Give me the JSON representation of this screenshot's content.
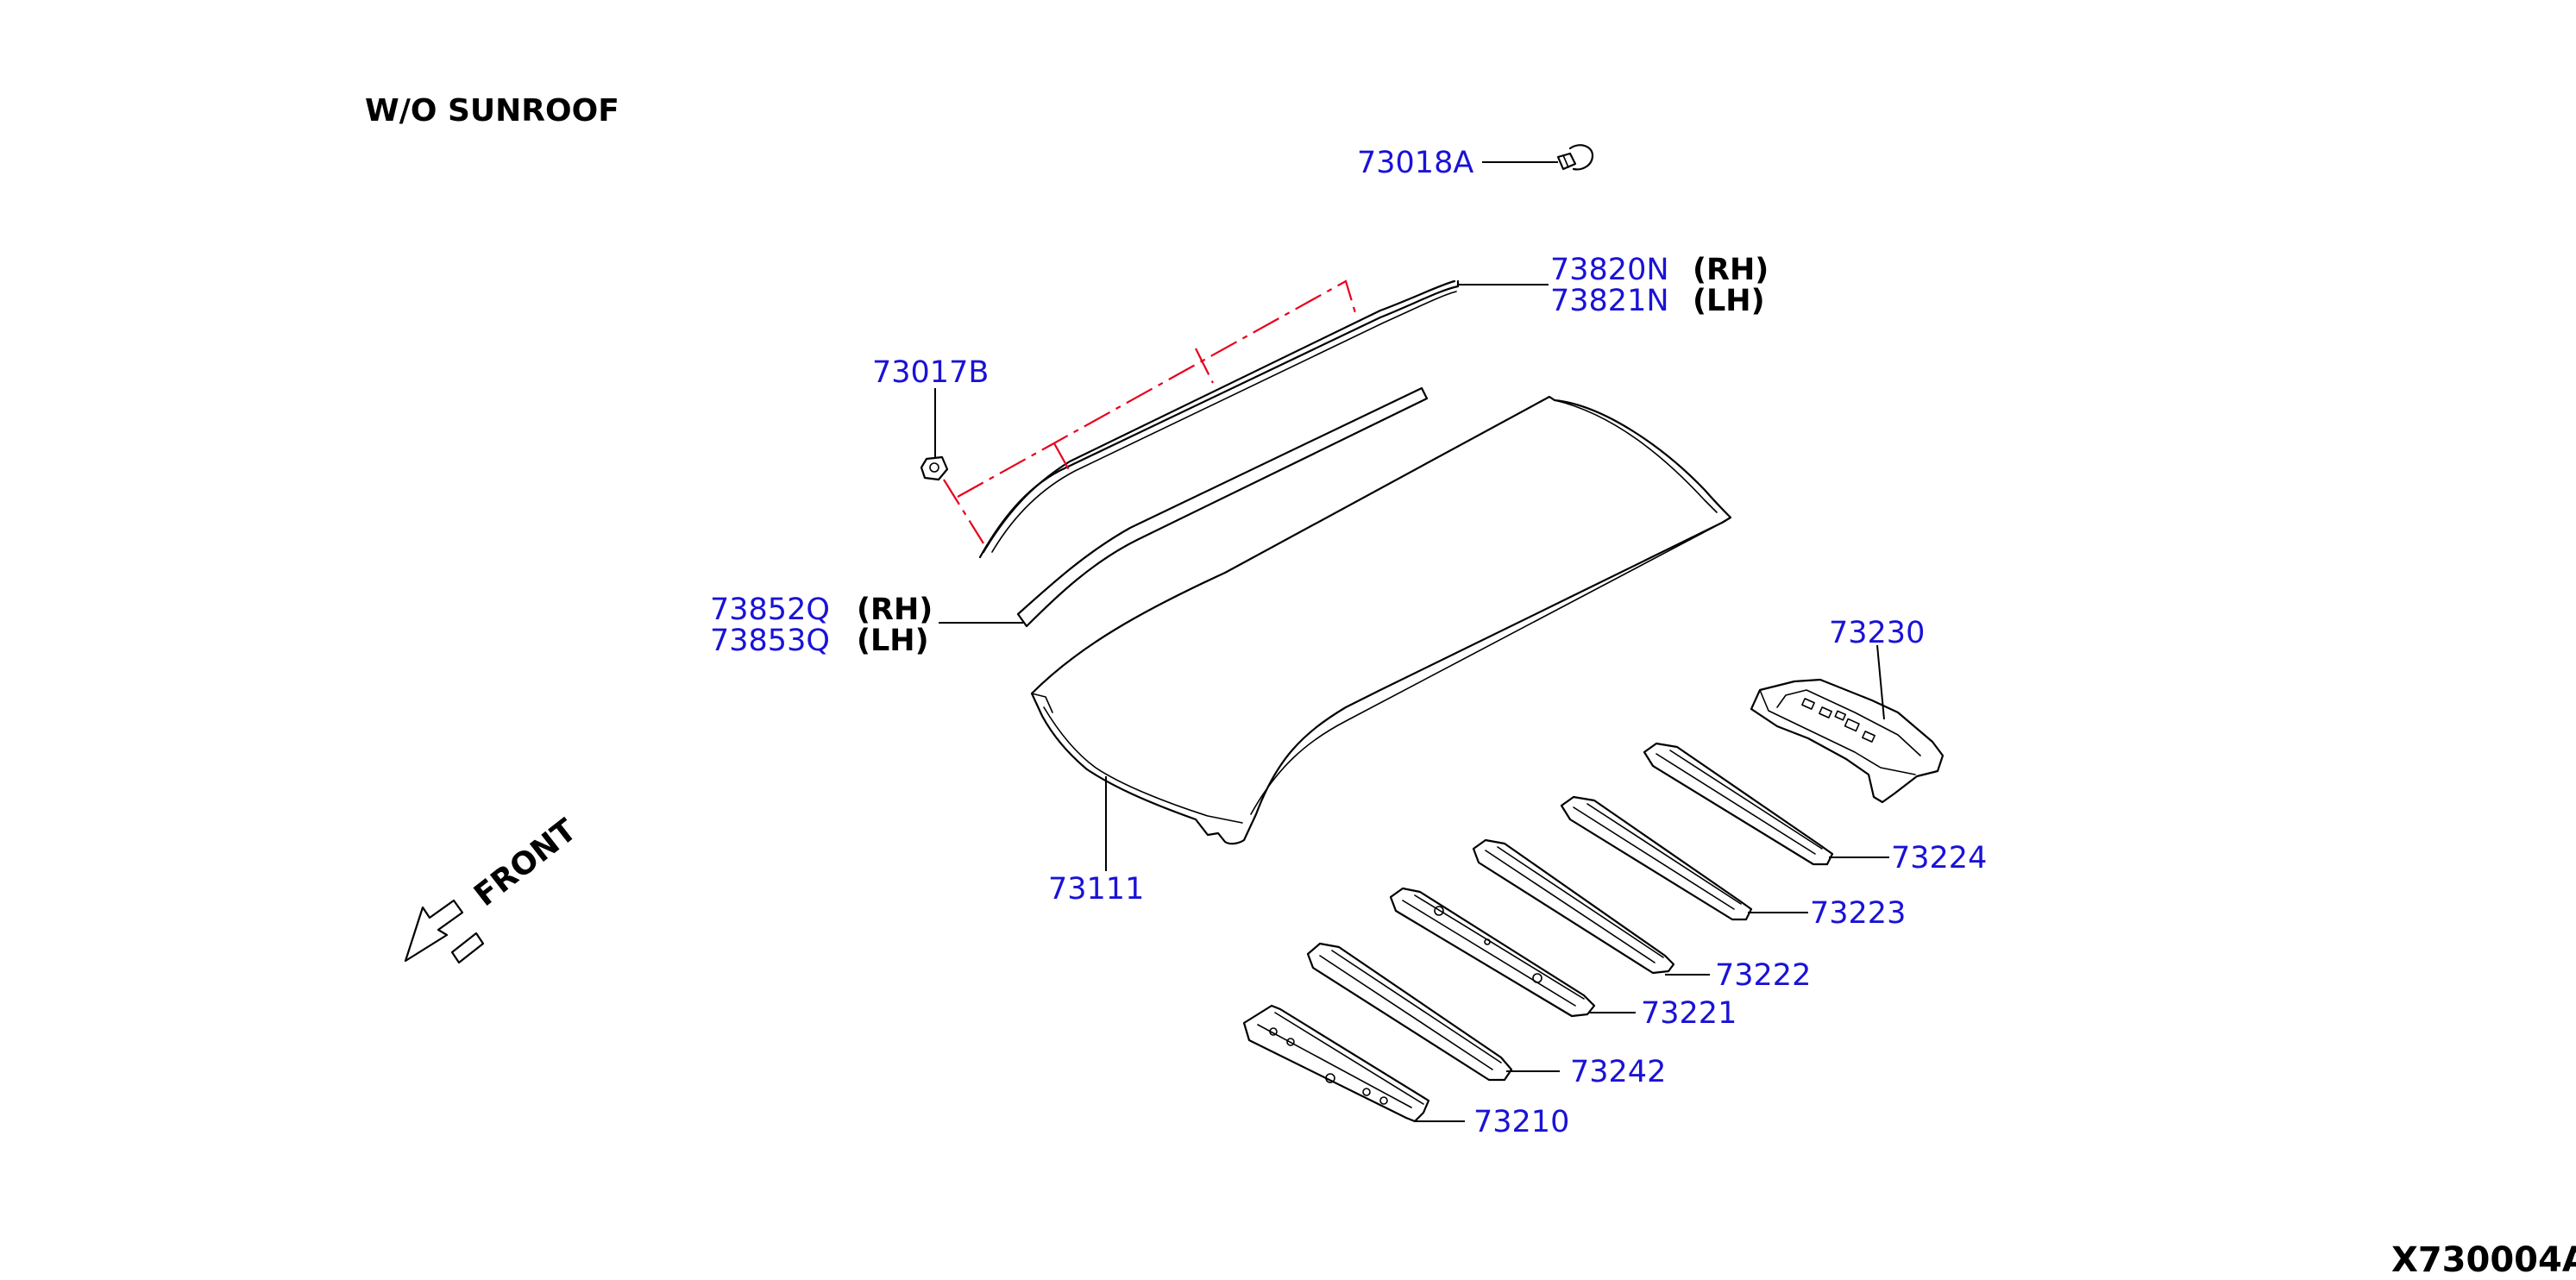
{
  "diagram": {
    "title": "W/O SUNROOF",
    "drawing_code": "X730004A",
    "direction_label": "FRONT",
    "colors": {
      "part_number": "#1a12d6",
      "dash_line": "#e8001c",
      "line": "#000000"
    },
    "parts": {
      "p73018A": "73018A",
      "p73820N": "73820N",
      "p73820N_side": "(RH)",
      "p73821N": "73821N",
      "p73821N_side": "(LH)",
      "p73017B": "73017B",
      "p73852Q": "73852Q",
      "p73852Q_side": "(RH)",
      "p73853Q": "73853Q",
      "p73853Q_side": "(LH)",
      "p73230": "73230",
      "p73111": "73111",
      "p73224": "73224",
      "p73223": "73223",
      "p73222": "73222",
      "p73221": "73221",
      "p73242": "73242",
      "p73210": "73210"
    }
  }
}
